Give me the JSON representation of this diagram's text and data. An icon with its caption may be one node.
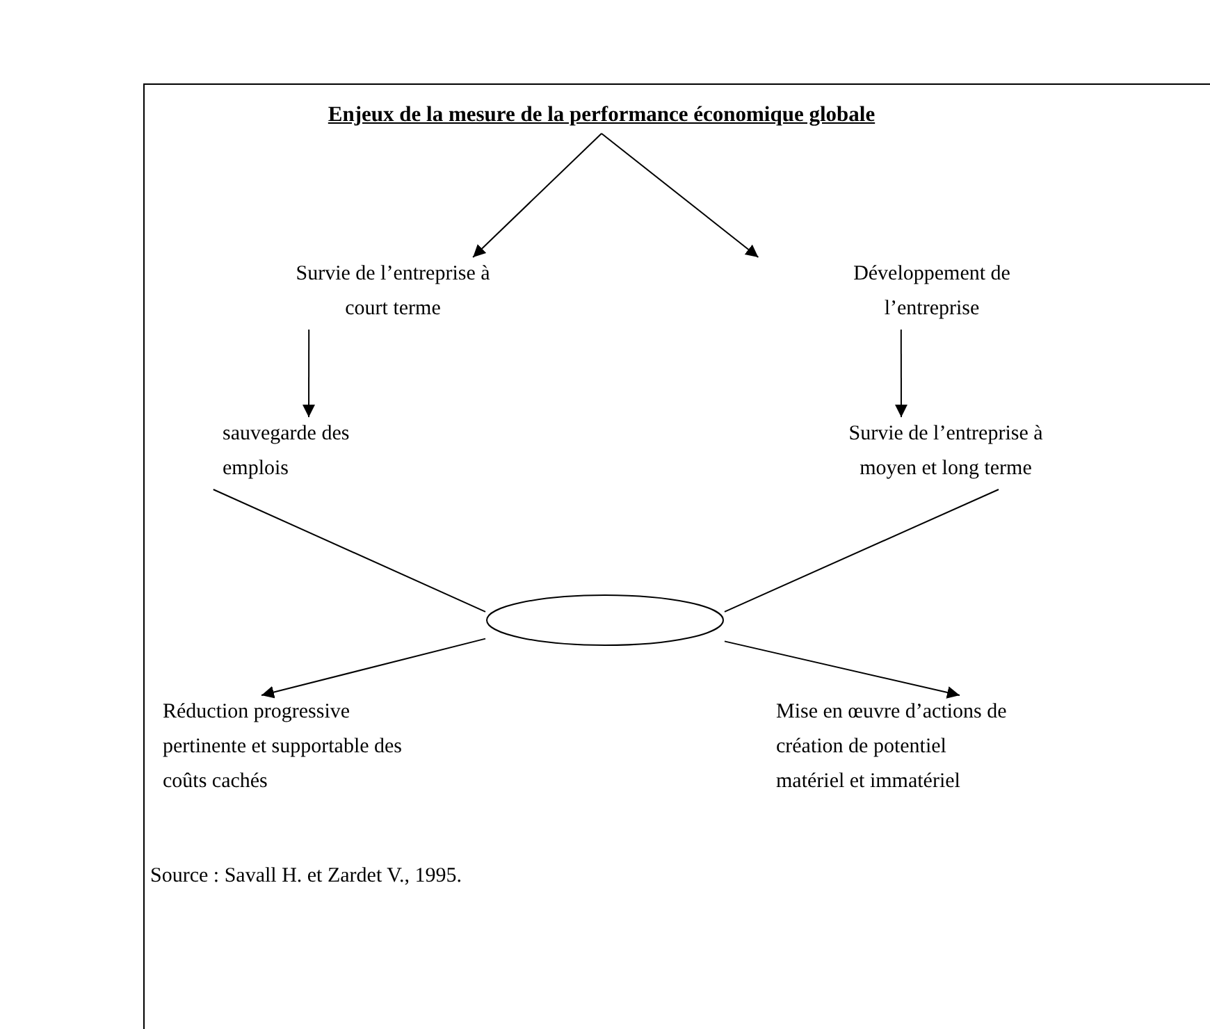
{
  "diagram": {
    "nodes": [
      {
        "text": [
          "Enjeux de la mesure de la performance économique globale"
        ]
      },
      {
        "text": [
          "Survie de l’entreprise à court terme"
        ]
      },
      {
        "text": [
          "Développement de l’entreprise"
        ]
      },
      {
        "text": [
          "sauvegarde des emplois"
        ]
      },
      {
        "text": [
          "Survie de l’entreprise à moyen et long terme"
        ]
      },
      {
        "text": [],
        "shape": "ellipse"
      },
      {
        "text": [
          "Réduction progressive pertinente et supportable des coûts cachés"
        ]
      },
      {
        "text": [
          "Mise en œuvre d’actions de création de potentiel matériel et immatériel"
        ]
      }
    ],
    "edges": [
      {
        "from": 0,
        "to": 1,
        "arrow": "to"
      },
      {
        "from": 0,
        "to": 2,
        "arrow": "to"
      },
      {
        "from": 1,
        "to": 3,
        "arrow": "to"
      },
      {
        "from": 2,
        "to": 4,
        "arrow": "to"
      },
      {
        "from": 3,
        "to": 5,
        "arrow": "none"
      },
      {
        "from": 4,
        "to": 5,
        "arrow": "none"
      },
      {
        "from": 5,
        "to": 6,
        "arrow": "to"
      },
      {
        "from": 5,
        "to": 7,
        "arrow": "to"
      }
    ],
    "labels": [
      "Source : Savall H. et Zardet V., 1995."
    ]
  }
}
